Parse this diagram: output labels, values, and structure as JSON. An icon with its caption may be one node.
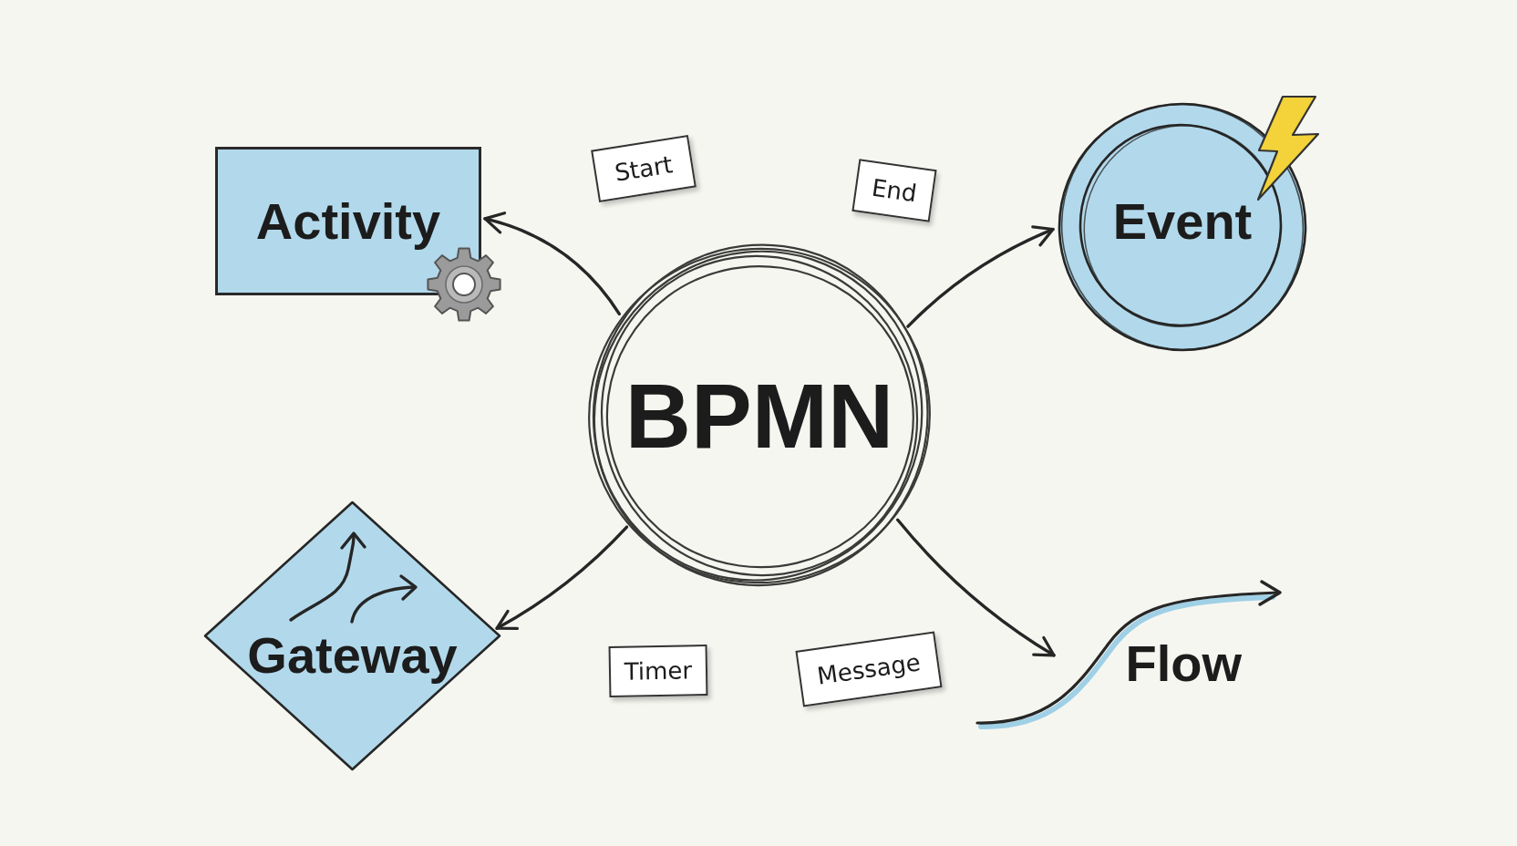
{
  "diagram": {
    "nodes": [
      {
        "text": [
          "Activity"
        ]
      },
      {
        "text": [
          "Start"
        ]
      },
      {
        "text": [
          "End"
        ]
      },
      {
        "text": [
          "Event"
        ]
      },
      {
        "text": [
          "BPMN"
        ]
      },
      {
        "text": [
          "Gateway"
        ]
      },
      {
        "text": [
          "Timer"
        ]
      },
      {
        "text": [
          "Message"
        ]
      },
      {
        "text": [
          "Flow"
        ]
      }
    ],
    "edges": [
      {
        "from": 4,
        "to": 0,
        "arrow": "to"
      },
      {
        "from": 4,
        "to": 3,
        "arrow": "to"
      },
      {
        "from": 4,
        "to": 5,
        "arrow": "to"
      },
      {
        "from": 4,
        "to": 8,
        "arrow": "to"
      }
    ]
  }
}
